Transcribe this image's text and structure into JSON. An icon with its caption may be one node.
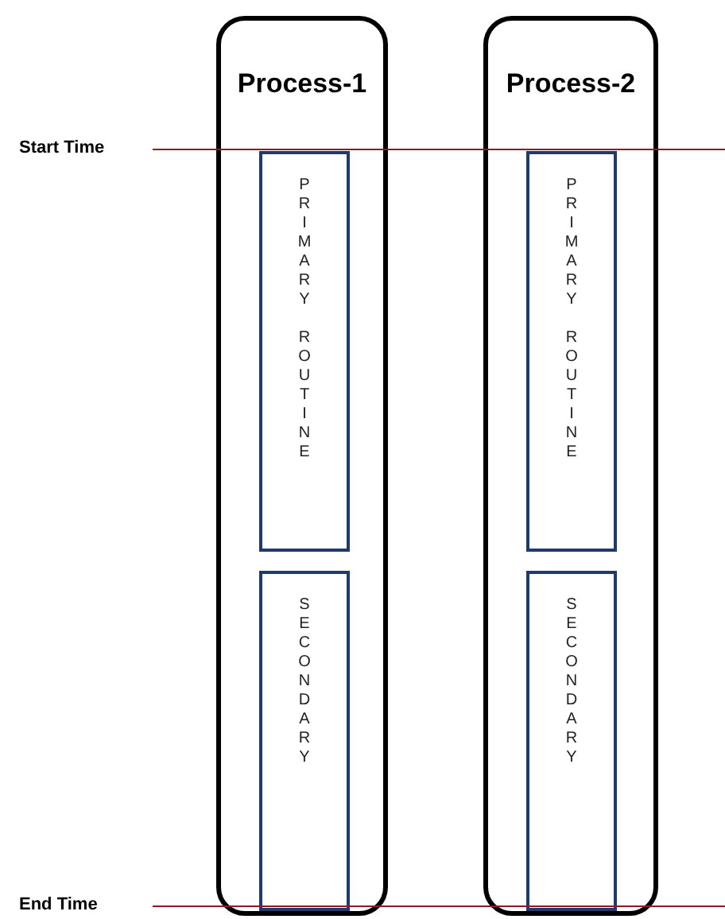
{
  "diagram": {
    "nodes": [
      {
        "text": [
          "Process-1"
        ]
      },
      {
        "text": [
          "PRIMARY ROUTINE"
        ],
        "in": 0
      },
      {
        "text": [
          "SECONDARY"
        ],
        "in": 0
      },
      {
        "text": [
          "Process-2"
        ]
      },
      {
        "text": [
          "PRIMARY ROUTINE"
        ],
        "in": 3
      },
      {
        "text": [
          "SECONDARY"
        ],
        "in": 3
      }
    ],
    "edges": [],
    "labels": [
      "Start Time",
      "End Time"
    ]
  }
}
